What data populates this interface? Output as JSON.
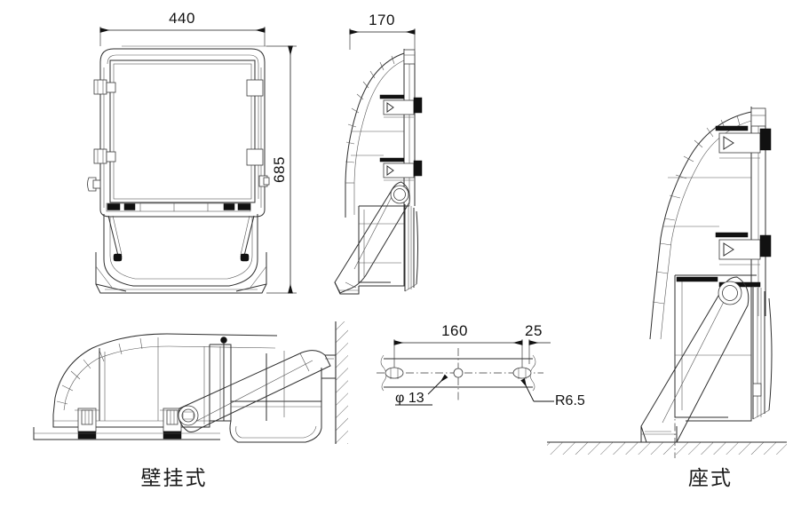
{
  "drawing": {
    "title": "LED Floodlight Outline Dimension Drawing",
    "units": "mm",
    "background_color": "#ffffff",
    "line_color": "#333333",
    "text_color": "#111111"
  },
  "views": [
    {
      "id": "front-view",
      "name": "front-elevation-view",
      "caption": ""
    },
    {
      "id": "side-view",
      "name": "side-elevation-view",
      "caption": ""
    },
    {
      "id": "wall-mount-view",
      "name": "wall-mounted-installation-view",
      "caption": "壁挂式"
    },
    {
      "id": "base-mount-view",
      "name": "base-mounted-installation-view",
      "caption": "座式"
    },
    {
      "id": "bracket-detail-view",
      "name": "mounting-bracket-detail-view",
      "caption": ""
    }
  ],
  "dimensions": {
    "front_width": "440",
    "front_height": "685",
    "side_depth": "170",
    "bracket_hole_spacing": "160",
    "bracket_edge_offset": "25",
    "hole_diameter": "φ 13",
    "slot_radius": "R6.5"
  },
  "captions": {
    "wall_mount": "壁挂式",
    "base_mount": "座式"
  }
}
